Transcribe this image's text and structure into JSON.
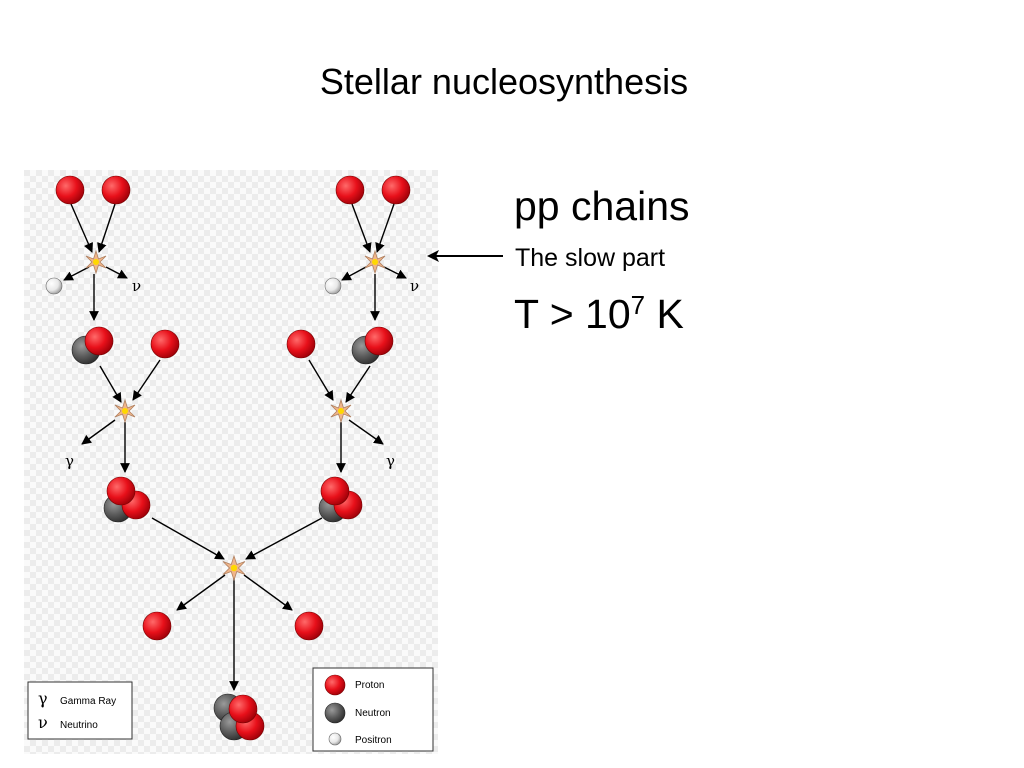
{
  "slide": {
    "title": "Stellar nucleosynthesis",
    "heading": "pp chains",
    "note": "The slow part",
    "temperature": {
      "prefix": "T > 10",
      "exponent": "7",
      "unit": " K"
    }
  },
  "diagram": {
    "symbols": {
      "gamma": "γ",
      "neutrino": "ν"
    },
    "legend_left": {
      "items": [
        {
          "symbol": "γ",
          "label": "Gamma Ray"
        },
        {
          "symbol": "ν",
          "label": "Neutrino"
        }
      ]
    },
    "legend_right": {
      "items": [
        {
          "kind": "proton",
          "label": "Proton"
        },
        {
          "kind": "neutron",
          "label": "Neutron"
        },
        {
          "kind": "positron",
          "label": "Positron"
        }
      ]
    }
  },
  "colors": {
    "proton": "#e8101a",
    "neutron": "#5c5c5c",
    "positron": "#e8e8e8",
    "flash": "#e9c06a",
    "grid": "#ececec"
  }
}
